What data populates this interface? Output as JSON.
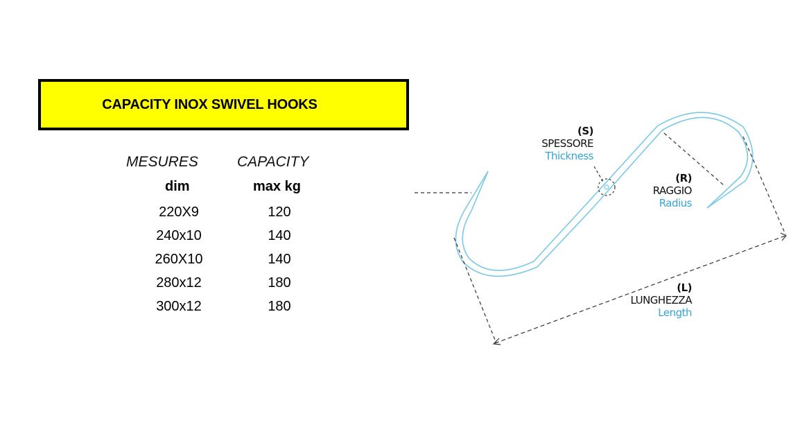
{
  "title": "CAPACITY INOX SWIVEL HOOKS",
  "table": {
    "col1_header": "MESURES",
    "col2_header": "CAPACITY",
    "col1_sub": "dim",
    "col2_sub": "max kg",
    "rows": [
      {
        "dim": "220X9",
        "kg": "120"
      },
      {
        "dim": "240x10",
        "kg": "140"
      },
      {
        "dim": "260X10",
        "kg": "140"
      },
      {
        "dim": "280x12",
        "kg": "180"
      },
      {
        "dim": "300x12",
        "kg": "180"
      }
    ]
  },
  "diagram": {
    "thickness": {
      "letter": "(S)",
      "it": "SPESSORE",
      "en": "Thickness"
    },
    "radius": {
      "letter": "(R)",
      "it": "RAGGIO",
      "en": "Radius"
    },
    "length": {
      "letter": "(L)",
      "it": "LUNGHEZZA",
      "en": "Length"
    },
    "colors": {
      "hook": "#7cc7e3",
      "label_en": "#3aa3d0",
      "title_bg": "#ffff00"
    }
  }
}
